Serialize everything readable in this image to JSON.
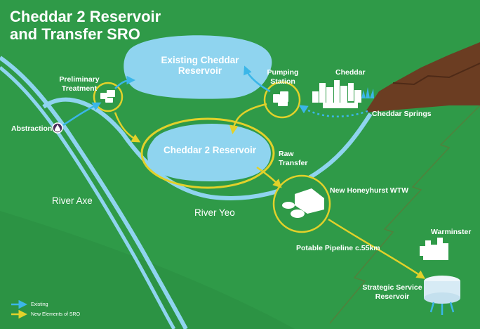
{
  "title": {
    "line1": "Cheddar 2 Reservoir",
    "line2": "and Transfer SRO"
  },
  "labels": {
    "existing_reservoir_line1": "Existing Cheddar",
    "existing_reservoir_line2": "Reservoir",
    "cheddar2_reservoir": "Cheddar 2 Reservoir",
    "preliminary_line1": "Preliminary",
    "preliminary_line2": "Treatment",
    "abstraction": "Abstraction",
    "pumping_line1": "Pumping",
    "pumping_line2": "Station",
    "cheddar": "Cheddar",
    "cheddar_springs": "Cheddar Springs",
    "raw_line1": "Raw",
    "raw_line2": "Transfer",
    "honeyhurst": "New Honeyhurst WTW",
    "river_axe": "River Axe",
    "river_yeo": "River Yeo",
    "pipeline": "Potable Pipeline c.55km",
    "warminster": "Warminster",
    "service_line1": "Strategic Service",
    "service_line2": "Reservoir"
  },
  "legend": {
    "existing": "Existing",
    "new": "New Elements of SRO"
  },
  "colors": {
    "background": "#2f9a48",
    "water": "#8fd4ef",
    "existing_arrow": "#3bb6e8",
    "new_arrow": "#e2d12a",
    "cliff": "#6b3d22"
  }
}
